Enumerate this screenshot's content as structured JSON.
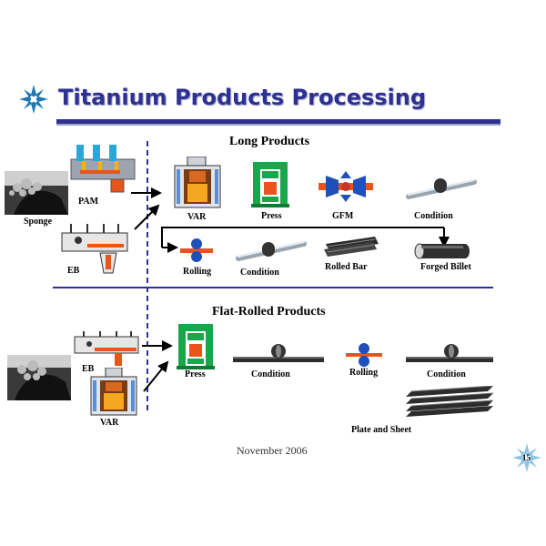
{
  "slide": {
    "title": "Titanium Products Processing",
    "footer": "November 2006",
    "page_number": "15",
    "colors": {
      "title": "#2e3192",
      "bar": "#2e3192",
      "divider": "#2e3192",
      "logo": "#1f78b4"
    }
  },
  "long_products": {
    "heading": "Long Products",
    "inputs": {
      "sponge": "Sponge",
      "pam": "PAM",
      "eb": "EB"
    },
    "steps": {
      "var": "VAR",
      "press": "Press",
      "gfm": "GFM",
      "condition": "Condition"
    },
    "outputs": {
      "rolling": "Rolling",
      "condition": "Condition",
      "rolled_bar": "Rolled Bar",
      "forged_billet": "Forged Billet"
    }
  },
  "flat_products": {
    "heading": "Flat-Rolled Products",
    "inputs": {
      "eb": "EB",
      "var": "VAR"
    },
    "steps": {
      "press": "Press",
      "condition_1": "Condition",
      "rolling": "Rolling",
      "condition_2": "Condition"
    },
    "output": "Plate and Sheet"
  }
}
